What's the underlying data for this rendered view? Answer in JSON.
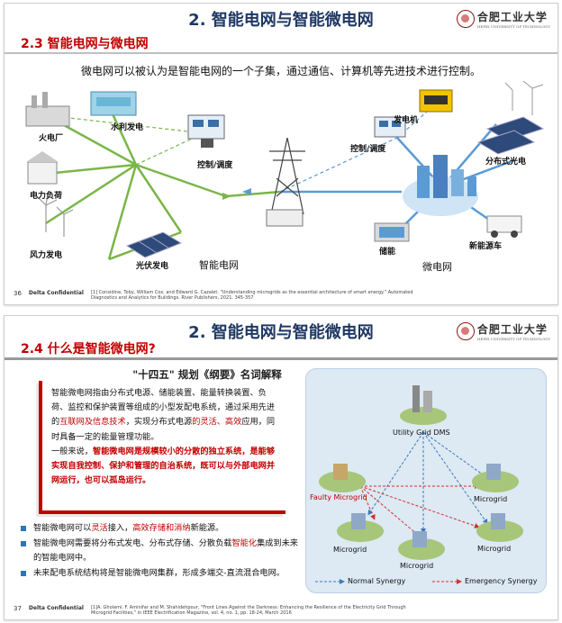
{
  "slide1": {
    "title": "2. 智能电网与智能微电网",
    "logo_cn": "合肥工业大学",
    "logo_en": "HEFEI UNIVERSITY OF TECHNOLOGY",
    "section": "2.3 智能电网与微电网",
    "intro": "微电网可以被认为是智能电网的一个子集，通过通信、计算机等先进技术进行控制。",
    "labels": {
      "thermal": "火电厂",
      "hydro": "水利发电",
      "control_left": "控制/调度",
      "load": "电力负荷",
      "wind": "风力发电",
      "pv": "光伏发电",
      "smart_grid": "智能电网",
      "control_right": "控制/调度",
      "generator": "发电机",
      "dist_pv": "分布式光电",
      "storage": "储能",
      "microgrid": "微电网",
      "ev": "新能源车"
    },
    "page_num": "36",
    "confidential": "Delta Confidential",
    "reference": "[1] Considine, Toby, William Cox, and Edward G. Cazalet. \"Understanding microgrids as the essential architecture of smart energy.\" Automated Diagnostics and Analytics for Buildings. River Publishers, 2021. 345-357"
  },
  "slide2": {
    "title": "2. 智能电网与智能微电网",
    "logo_cn": "合肥工业大学",
    "logo_en": "HEFEI UNIVERSITY OF TECHNOLOGY",
    "section": "2.4 什么是智能微电网?",
    "subtitle": "\"十四五\" 规划《纲要》名词解释",
    "box_p1_a": "智能微电网指由分布式电源、储能装置、能量转换装置、负荷、监控和保护装置等组成的小型发配电系统，通过采用先进的",
    "box_p1_red1": "互联网及信息技术",
    "box_p1_b": "，实现分布式电源",
    "box_p1_red2": "的灵活、高效",
    "box_p1_c": "应用，同时具备一定的能量管理功能。",
    "box_p2_a": "一般来说，",
    "box_p2_red": "智能微电网是规模较小的分散的独立系统，是能够实现自我控制、保护和管理的自治系统，既可以与外部电网并网运行，也可以孤岛运行。",
    "bullets": [
      {
        "a": "智能微电网可以",
        "r1": "灵活",
        "b": "接入，",
        "r2": "高效存储和消纳",
        "c": "新能源。"
      },
      {
        "a": "智能微电网需要将分布式发电、分布式存储、分散负载",
        "r1": "智能化",
        "b": "集成到未来的智能电网中。",
        "r2": "",
        "c": ""
      },
      {
        "a": "未来配电系统结构将是智能微电网集群，形成多端交-直流混合电网。",
        "r1": "",
        "b": "",
        "r2": "",
        "c": ""
      }
    ],
    "diagram": {
      "utility": "Utility Grid DMS",
      "faulty": "Faulty Microgrid",
      "mg1": "Microgrid",
      "mg2": "Microgrid",
      "mg3": "Microgrid",
      "mg4": "Microgrid",
      "normal": "Normal Synergy",
      "emergency": "Emergency Synergy"
    },
    "page_num": "37",
    "confidential": "Delta Confidential",
    "reference": "[1]A. Gholami, F. Aminifar and M. Shahidehpour, \"Front Lines Against the Darkness: Enhancing the Resilience of the Electricity Grid Through Microgrid Facilities,\" in IEEE Electrification Magazine, vol. 4, no. 1, pp. 18-24, March 2016"
  },
  "colors": {
    "title": "#1f3864",
    "accent_red": "#c00000",
    "bullet_blue": "#2e75b6",
    "grid_green": "#7ab648"
  }
}
